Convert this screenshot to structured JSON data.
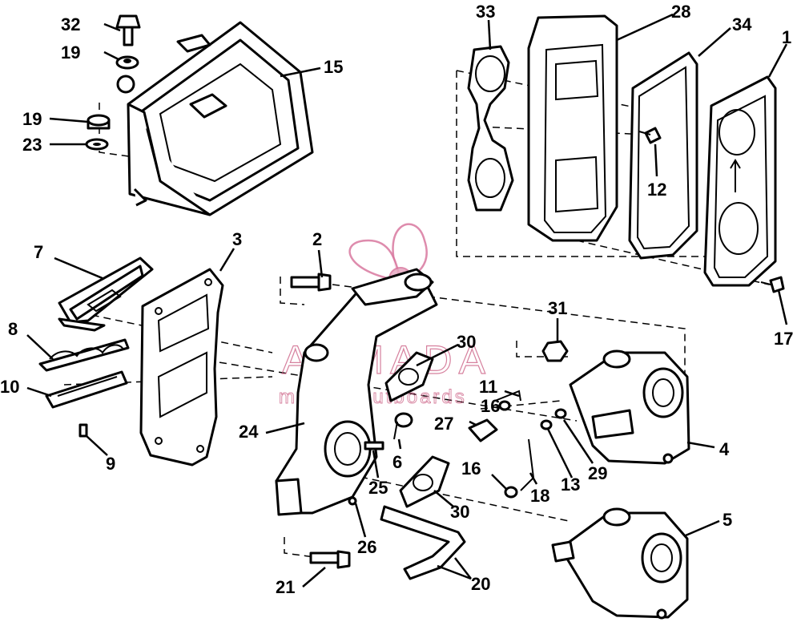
{
  "callouts": [
    {
      "id": "c32",
      "label": "32"
    },
    {
      "id": "c19a",
      "label": "19"
    },
    {
      "id": "c15",
      "label": "15"
    },
    {
      "id": "c19b",
      "label": "19"
    },
    {
      "id": "c23",
      "label": "23"
    },
    {
      "id": "c33",
      "label": "33"
    },
    {
      "id": "c28",
      "label": "28"
    },
    {
      "id": "c34",
      "label": "34"
    },
    {
      "id": "c1",
      "label": "1"
    },
    {
      "id": "c12",
      "label": "12"
    },
    {
      "id": "c17",
      "label": "17"
    },
    {
      "id": "c2",
      "label": "2"
    },
    {
      "id": "c3",
      "label": "3"
    },
    {
      "id": "c7",
      "label": "7"
    },
    {
      "id": "c8",
      "label": "8"
    },
    {
      "id": "c10",
      "label": "10"
    },
    {
      "id": "c9",
      "label": "9"
    },
    {
      "id": "c31",
      "label": "31"
    },
    {
      "id": "c30a",
      "label": "30"
    },
    {
      "id": "c11",
      "label": "11"
    },
    {
      "id": "c16a",
      "label": "16"
    },
    {
      "id": "c27",
      "label": "27"
    },
    {
      "id": "c24",
      "label": "24"
    },
    {
      "id": "c6",
      "label": "6"
    },
    {
      "id": "c25",
      "label": "25"
    },
    {
      "id": "c4",
      "label": "4"
    },
    {
      "id": "c29",
      "label": "29"
    },
    {
      "id": "c13",
      "label": "13"
    },
    {
      "id": "c16b",
      "label": "16"
    },
    {
      "id": "c18",
      "label": "18"
    },
    {
      "id": "c30b",
      "label": "30"
    },
    {
      "id": "c5",
      "label": "5"
    },
    {
      "id": "c26",
      "label": "26"
    },
    {
      "id": "c21",
      "label": "21"
    },
    {
      "id": "c20",
      "label": "20"
    }
  ],
  "watermark": {
    "brand": "ARMADA",
    "tagline": "marine outboards"
  },
  "colors": {
    "ink": "#000000",
    "watermark": "#d9789f",
    "background": "#ffffff"
  }
}
